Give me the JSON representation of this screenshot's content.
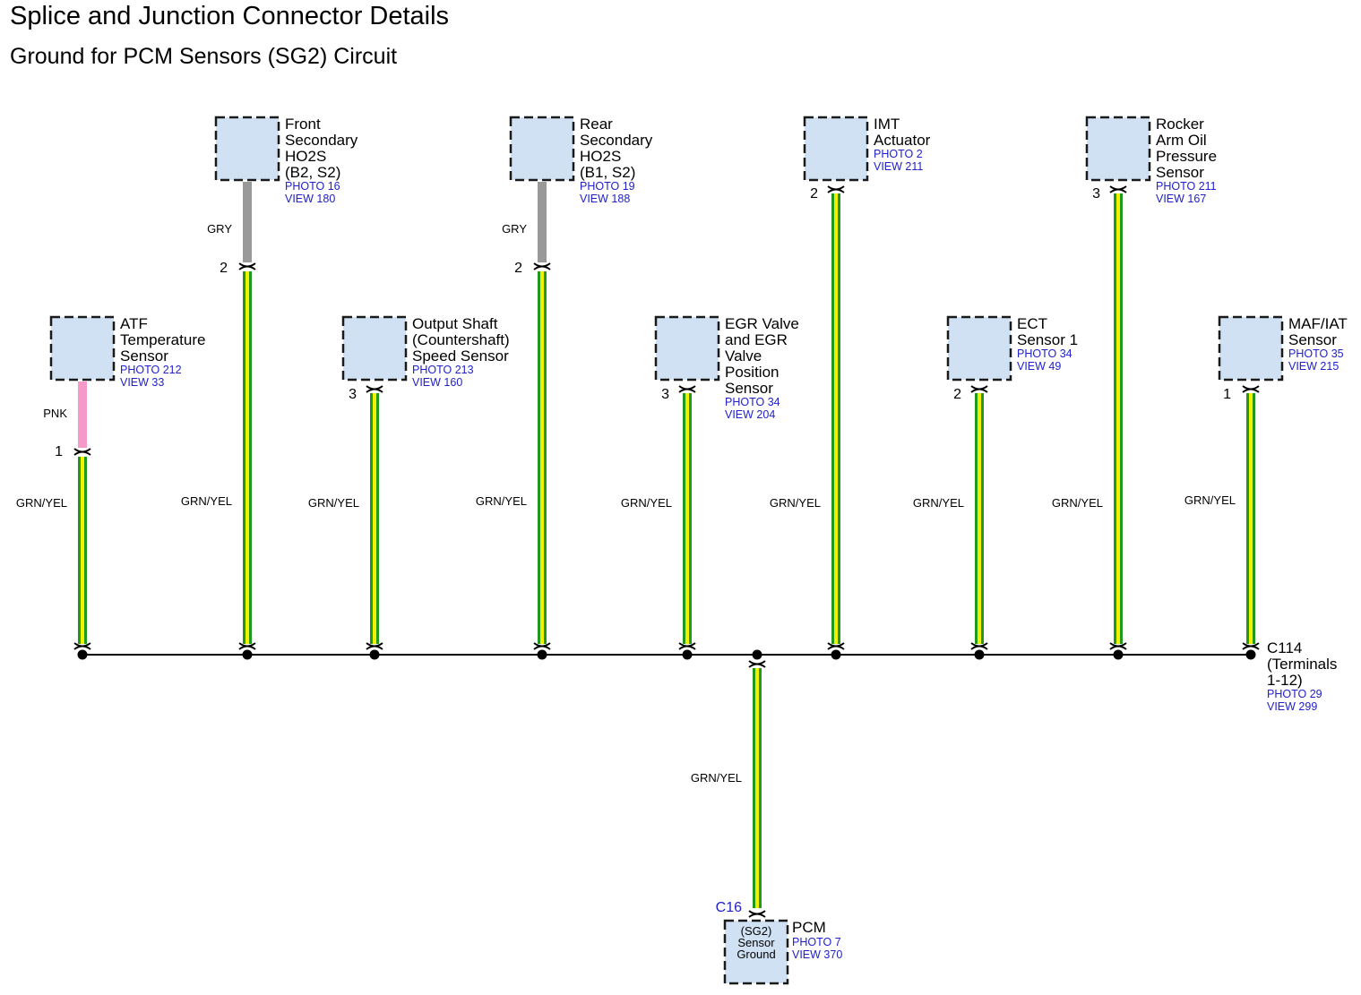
{
  "header": {
    "title": "Splice and Junction Connector Details",
    "subtitle": "Ground for PCM Sensors (SG2) Circuit"
  },
  "colors": {
    "connector_fill": "#cfe1f3",
    "wire_green": "#1f9a1f",
    "wire_yellow": "#f2f200",
    "wire_gray": "#999999",
    "wire_pink": "#f59ac8",
    "ref_text": "#2121c9"
  },
  "components": [
    {
      "id": "atf",
      "name_lines": [
        "ATF",
        "Temperature",
        "Sensor"
      ],
      "photo": "PHOTO 212",
      "view": "VIEW 33",
      "pin": "1",
      "lead_pin": "",
      "lead_color": "PNK",
      "wire_label": "GRN/YEL"
    },
    {
      "id": "front-ho2s",
      "name_lines": [
        "Front",
        "Secondary",
        "HO2S",
        "(B2, S2)"
      ],
      "photo": "PHOTO 16",
      "view": "VIEW 180",
      "pin": "2",
      "lead_pin": "",
      "lead_color": "GRY",
      "wire_label": "GRN/YEL"
    },
    {
      "id": "output-shaft",
      "name_lines": [
        "Output Shaft",
        "(Countershaft)",
        "Speed Sensor"
      ],
      "photo": "PHOTO 213",
      "view": "VIEW 160",
      "pin": "3",
      "lead_pin": "",
      "lead_color": "",
      "wire_label": "GRN/YEL"
    },
    {
      "id": "rear-ho2s",
      "name_lines": [
        "Rear",
        "Secondary",
        "HO2S",
        "(B1, S2)"
      ],
      "photo": "PHOTO 19",
      "view": "VIEW 188",
      "pin": "2",
      "lead_pin": "",
      "lead_color": "GRY",
      "wire_label": "GRN/YEL"
    },
    {
      "id": "egr",
      "name_lines": [
        "EGR Valve",
        "and EGR",
        "Valve",
        "Position",
        "Sensor"
      ],
      "photo": "PHOTO 34",
      "view": "VIEW 204",
      "pin": "3",
      "lead_pin": "",
      "lead_color": "",
      "wire_label": "GRN/YEL"
    },
    {
      "id": "imt",
      "name_lines": [
        "IMT",
        "Actuator"
      ],
      "photo": "PHOTO 2",
      "view": "VIEW 211",
      "pin": "2",
      "lead_pin": "",
      "lead_color": "",
      "wire_label": "GRN/YEL"
    },
    {
      "id": "ect",
      "name_lines": [
        "ECT",
        "Sensor 1"
      ],
      "photo": "PHOTO 34",
      "view": "VIEW 49",
      "pin": "2",
      "lead_pin": "",
      "lead_color": "",
      "wire_label": "GRN/YEL"
    },
    {
      "id": "rocker",
      "name_lines": [
        "Rocker",
        "Arm Oil",
        "Pressure",
        "Sensor"
      ],
      "photo": "PHOTO 211",
      "view": "VIEW 167",
      "pin": "3",
      "lead_pin": "",
      "lead_color": "",
      "wire_label": "GRN/YEL"
    },
    {
      "id": "maf",
      "name_lines": [
        "MAF/IAT",
        "Sensor"
      ],
      "photo": "PHOTO 35",
      "view": "VIEW 215",
      "pin": "1",
      "lead_pin": "",
      "lead_color": "",
      "wire_label": "GRN/YEL"
    }
  ],
  "junction": {
    "name_lines": [
      "C114",
      "(Terminals",
      "1-12)"
    ],
    "photo": "PHOTO 29",
    "view": "VIEW 299"
  },
  "pcm": {
    "connector": "C16",
    "box_lines": [
      "(SG2)",
      "Sensor",
      "Ground"
    ],
    "name": "PCM",
    "photo": "PHOTO 7",
    "view": "VIEW 370",
    "wire_label": "GRN/YEL"
  }
}
